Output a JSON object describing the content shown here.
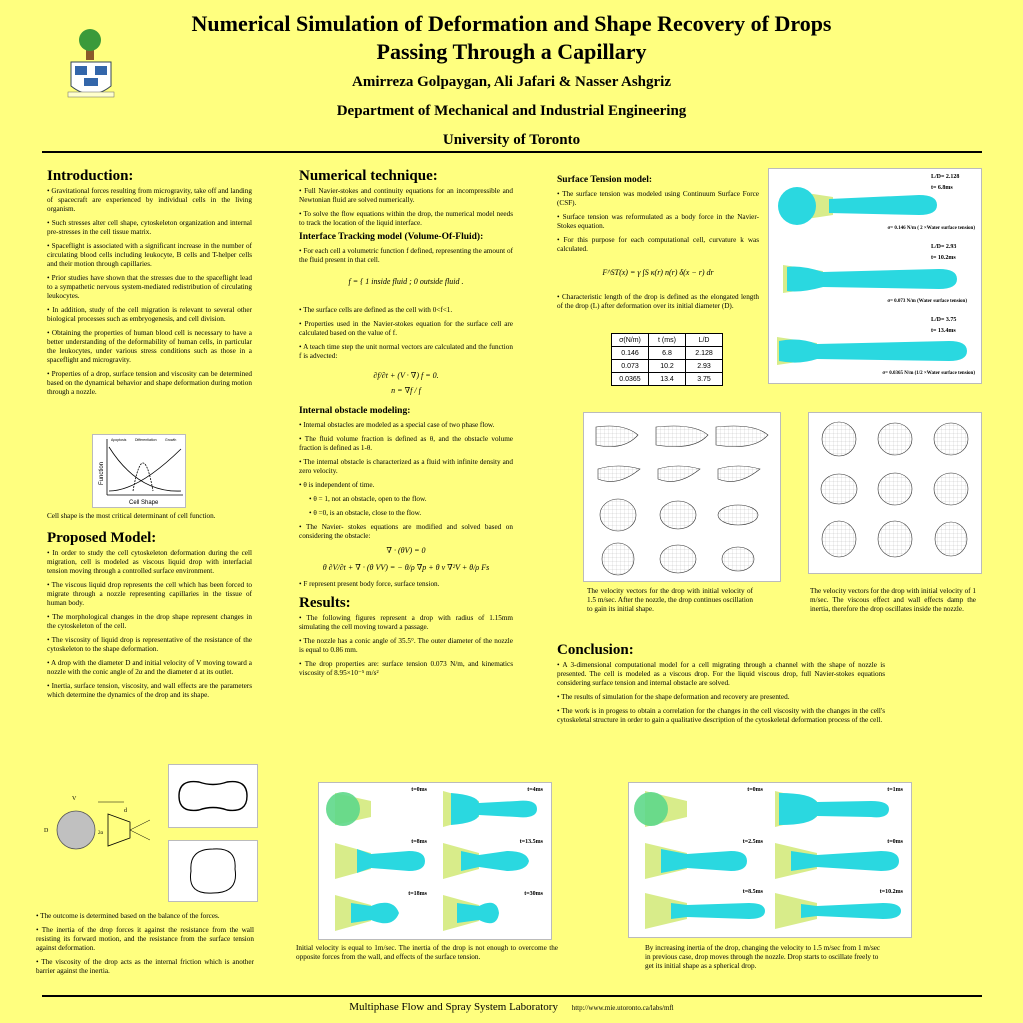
{
  "header": {
    "title_line1": "Numerical Simulation of Deformation and Shape Recovery of Drops",
    "title_line2": "Passing Through a Capillary",
    "authors": "Amirreza Golpaygan, Ali Jafari & Nasser Ashgriz",
    "department": "Department of Mechanical and Industrial Engineering",
    "university": "University of Toronto"
  },
  "intro": {
    "heading": "Introduction:",
    "bullets": [
      "• Gravitational forces resulting from microgravity, take off and landing of spacecraft are experienced by individual cells in the living organism.",
      "• Such stresses alter cell shape, cytoskeleton organization and internal pre-stresses in the cell tissue matrix.",
      "• Spaceflight is associated with a significant increase in the number of circulating blood cells including leukocyte, B cells and T-helper cells and their motion through capillaries.",
      "• Prior studies have shown that the stresses due to the spaceflight lead to a sympathetic nervous system-mediated redistribution of circulating leukocytes.",
      "• In addition, study of the cell migration is relevant to several other biological processes such as embryogenesis, and cell division.",
      "• Obtaining the properties of human blood cell is necessary to have a better understanding of the deformability of human cells, in particular the leukocytes, under various stress conditions such as those in a spaceflight and microgravity.",
      "• Properties of a drop, surface tension and viscosity can be determined based on the dynamical behavior and shape deformation during motion through a nozzle."
    ],
    "fig_x_label": "Cell Shape",
    "fig_y_label": "Function",
    "fig_legend": [
      "Apoptosis",
      "Differentiation",
      "Growth"
    ],
    "caption": "Cell shape is the most critical determinant of cell function."
  },
  "proposed": {
    "heading": "Proposed Model:",
    "bullets": [
      "• In order to study the cell cytoskeleton deformation during the cell migration, cell is modeled as viscous liquid drop with interfacial tension moving through a controlled surface environment.",
      "• The viscous liquid drop represents the cell which has been forced to migrate through a nozzle representing capillaries in the tissue of human body.",
      "• The morphological changes in the drop shape represent changes in the cytoskeleton of the cell.",
      "• The viscosity of liquid drop is representative of the resistance of the cytoskeleton to the shape deformation.",
      "• A drop with the diameter D and initial velocity of V moving toward a nozzle with the conic angle of 2α and the diameter d at its outlet.",
      "• Inertia, surface tension, viscosity, and wall effects are the parameters which determine the dynamics of the drop and its shape."
    ],
    "diagram_labels": [
      "D",
      "V",
      "2α",
      "d"
    ],
    "bottom_bullets": [
      "• The outcome is determined based on the balance of the forces.",
      "• The inertia of the drop forces it against the resistance from the wall resisting its forward motion, and the resistance from the surface tension against deformation.",
      "• The viscosity of the drop acts as the internal friction which is another barrier against the inertia."
    ]
  },
  "numerical": {
    "heading": "Numerical technique:",
    "bullets": [
      "• Full Navier-stokes and continuity equations for an incompressible and Newtonian fluid are solved numerically.",
      "• To solve the flow equations within the drop, the numerical model needs to track the location of the liquid interface."
    ],
    "vof_heading": "Interface Tracking model (Volume-Of-Fluid):",
    "vof_bullet": "• For each cell a volumetric function f defined, representing the amount of the fluid present in that cell.",
    "eq_f": "f = { 1  inside fluid ;  0  outside fluid .",
    "vof_bullets2": [
      "• The surface cells are defined as the cell with 0<f<1.",
      "• Properties used in the Navier-stokes equation for the surface cell are calculated based on the value of f.",
      "• A teach time step the unit normal vectors are calculated and the function f is advected:"
    ],
    "eq_adv1": "∂f/∂t + (V · ∇) f = 0.",
    "eq_adv2": "n = ∇f / f",
    "obstacle_heading": "Internal obstacle modeling:",
    "obstacle_bullets": [
      "• Internal obstacles are modeled as a special case of two phase flow.",
      "• The fluid volume fraction is defined as θ, and the obstacle volume fraction is defined as 1-θ.",
      "• The internal obstacle is characterized as a fluid with infinite density and zero velocity.",
      "• θ is independent of time."
    ],
    "obstacle_sub": [
      "• θ = 1, not an obstacle, open to the flow.",
      "• θ =0, is an obstacle, close to the flow."
    ],
    "ns_bullet": "• The Navier- stokes equations are modified and solved based on considering the obstacle:",
    "eq_cont": "∇ · (θV) = 0",
    "eq_mom": "θ ∂V/∂t + ∇ · (θ VV) = − θ/ρ ∇p + θ ν ∇²V + θ/ρ Fs",
    "force_bullet": "• F represent present body force, surface tension."
  },
  "results": {
    "heading": "Results:",
    "bullets": [
      "• The following figures represent a drop with radius of 1.15mm simulating the cell moving toward a passage.",
      "• The nozzle has a conic angle of 35.5°. The outer diameter of the nozzle is equal to 0.86 mm.",
      "• The drop properties are: surface tension 0.073 N/m, and kinematics viscosity of 8.95×10⁻⁵ m/s²"
    ],
    "frames_left": [
      "t=0ms",
      "t=4ms",
      "t=8ms",
      "t=13.5ms",
      "t=18ms",
      "t=30ms"
    ],
    "caption_left": "Initial velocity is equal to 1m/sec. The inertia of the drop is not enough to overcome the opposite forces from the wall, and effects of the surface tension.",
    "frames_right": [
      "t=0ms",
      "t=1ms",
      "t=2.5ms",
      "t=0ms",
      "t=8.5ms",
      "t=10.2ms"
    ],
    "caption_right": "By increasing inertia of the drop, changing the velocity to 1.5 m/sec from 1 m/sec in previous case, drop moves through the nozzle. Drop starts to oscillate freely to get its initial shape as a spherical drop."
  },
  "surface": {
    "heading": "Surface Tension model:",
    "bullets": [
      "• The surface tension was modeled using Continuum Surface Force (CSF).",
      "• Surface tension was reformulated as a body force in the Navier-Stokes equation.",
      "• For this purpose for each computational cell, curvature k was calculated."
    ],
    "eq_st": "F^ST(x) = γ ∫S κ(r) n(r) δ(x − r) dr",
    "char_bullet": "• Characteristic length of the drop is defined as the elongated length of the drop (L) after deformation over its initial diameter (D).",
    "table_header": [
      "σ(N/m)",
      "t (ms)",
      "L/D"
    ],
    "table_rows": [
      [
        "0.146",
        "6.8",
        "2.128"
      ],
      [
        "0.073",
        "10.2",
        "2.93"
      ],
      [
        "0.0365",
        "13.4",
        "3.75"
      ]
    ],
    "drops": [
      {
        "ld": "L/D= 2.128",
        "t": "t= 6.8ms",
        "sigma": "σ= 0.146 N/m ( 2 ×Water surface tension)"
      },
      {
        "ld": "L/D= 2.93",
        "t": "t= 10.2ms",
        "sigma": "σ= 0.073 N/m (Water surface tension)"
      },
      {
        "ld": "L/D= 3.75",
        "t": "t= 13.4ms",
        "sigma": "σ= 0.0365 N/m (1/2 ×Water surface tension)"
      }
    ],
    "grid_caption_left": "The velocity vectors for the drop with initial velocity of 1.5 m/sec. After the nozzle, the drop continues oscillation to gain its initial shape.",
    "grid_caption_right": "The velocity vectors for the drop with initial velocity of 1 m/sec. The viscous effect and wall effects damp the inertia, therefore the drop oscillates inside the nozzle."
  },
  "conclusion": {
    "heading": "Conclusion:",
    "bullets": [
      "• A 3-dimensional computational model for a cell migrating through a channel with the shape of nozzle is presented. The cell is modeled as a viscous drop. For the liquid viscous drop, full Navier-stokes equations considering surface tension and internal obstacle are solved.",
      "• The results of simulation for the shape deformation and recovery are presented.",
      "• The work is in progess to obtain a correlation for the changes in the cell viscosity with the changes in the cell's cytoskeletal structure in order to gain a qualitative description of the cytoskeletal deformation process of the cell."
    ]
  },
  "footer": {
    "lab": "Multiphase Flow and Spray System Laboratory",
    "url": "http://www.mie.utoronto.ca/labs/mfl"
  },
  "colors": {
    "background": "#ffff7f",
    "drop": "#2ad8e0",
    "nozzle": "#b8e86a"
  }
}
